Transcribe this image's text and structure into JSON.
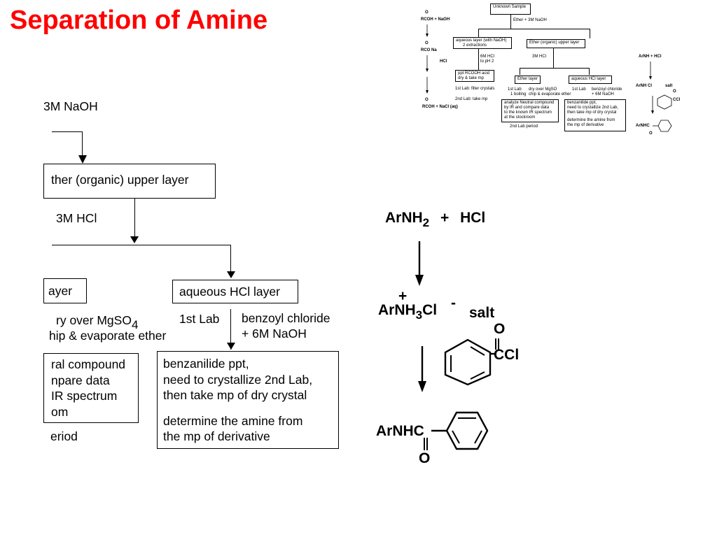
{
  "slide": {
    "title": "Separation of Amine"
  },
  "flowchart": {
    "reagent_top": "3M NaOH",
    "ether_layer": "ther (organic) upper layer",
    "reagent_hcl": "3M  HCl",
    "ether_sub_layer": "ayer",
    "aqueous_hcl_layer": "aqueous HCl layer",
    "dry_line1": "ry over MgSO",
    "dry_sub": "4",
    "dry_line2": "hip & evaporate ether",
    "first_lab": "1st Lab",
    "benzoyl_line1": "benzoyl chloride",
    "benzoyl_line2": "+ 6M  NaOH",
    "neutral_lines": [
      "ral compound",
      "npare data",
      "IR spectrum",
      "om"
    ],
    "period_text": "eriod",
    "benzanilide_lines": [
      "benzanilide ppt,",
      "need to crystallize 2nd Lab,",
      "then take mp of dry crystal",
      "",
      "determine the amine from",
      "the mp of derivative"
    ]
  },
  "reaction": {
    "reactant": "ArNH",
    "reactant_sub": "2",
    "plus": "+",
    "acid": "HCl",
    "salt_charge_plus": "+",
    "salt_formula": "ArNH",
    "salt_sub": "3",
    "salt_cl": "Cl",
    "salt_charge_minus": "-",
    "salt_label": "salt",
    "reagent_o": "O",
    "reagent_ccl": "CCl",
    "product_prefix": "ArNHC",
    "product_o": "O"
  },
  "thumbnail": {
    "reactant_left": "RCOH  +  NaOH",
    "unknown_sample": "Unknown Sample",
    "ether_naoh": "Ether + 3M NaOH",
    "aqueous_layer": "aqueous layer (with NaOH)",
    "two_extractions": "2 extractions",
    "ether_upper": "Ether (organic) upper layer",
    "rco_na": "RCO  Na",
    "hcl_left": "HCl",
    "six_m_hcl": "6M  HCl",
    "to_ph": "to pH 2",
    "three_m_hcl": "3M  HCl",
    "ppt_acid": "ppt RCOOH acid",
    "dry_mp": "dry & take mp",
    "lab1_filter": "1st Lab: filter crystals",
    "lab2_mp": "2nd Lab: take mp",
    "rcoh_nacl": "RCOH  +  NaCl (aq)",
    "ether_layer": "Ether layer",
    "aq_hcl_layer": "aqueous HCl layer",
    "lab1_a": "1st Lab",
    "boiling": "1 boiling",
    "dry_mgso4": "dry over MgSO",
    "chip_evap": "chip & evaporate ether",
    "lab1_b": "1st Lab",
    "benzoyl": "benzoyl chloride",
    "naoh6": "+ 6M  NaOH",
    "analyze_lines": [
      "analyze Neutral compound",
      "by IR and compare data",
      "to the known IR spectrum",
      "at the stockroom"
    ],
    "lab2_period": "2nd Lab period",
    "benz_lines": [
      "benzanilide ppt,",
      "need to crystallize 2nd Lab,",
      "then take mp of dry crystal",
      "",
      "determine the amine from",
      "the mp of derivative"
    ],
    "arnh2_hcl": "ArNH  +  HCl",
    "arnh3cl": "ArNH Cl",
    "salt": "salt",
    "o_label": "O",
    "ccl": "CCl",
    "arnhc": "ArNHC",
    "o_bottom": "O",
    "carbonyl_o": "O"
  }
}
